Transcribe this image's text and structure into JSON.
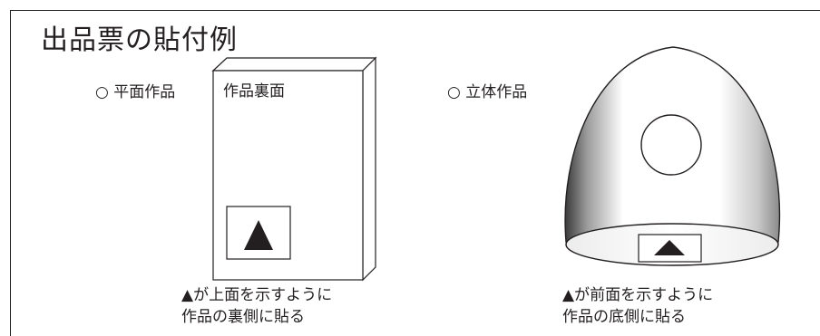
{
  "title": "出品票の貼付例",
  "flat": {
    "heading": "○ 平面作品",
    "back_label": "作品裏面",
    "note_line1": "▲が上面を示すように",
    "note_line2": "作品の裏側に貼る"
  },
  "solid": {
    "heading": "○ 立体作品",
    "note_line1": "▲が前面を示すように",
    "note_line2": "作品の底側に貼る"
  }
}
